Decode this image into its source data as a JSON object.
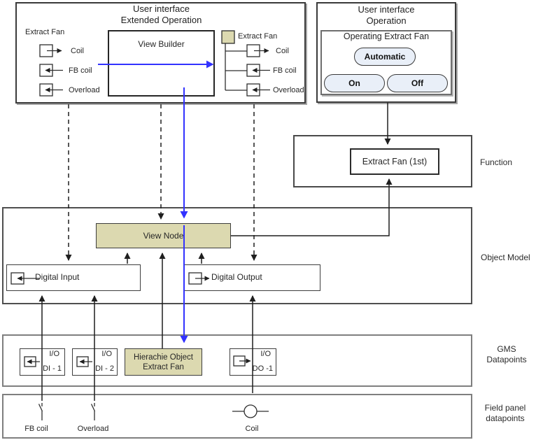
{
  "colors": {
    "accent_tan": "#dcd9b0",
    "button_fill": "#e9eff8",
    "flow_blue": "#3232ff"
  },
  "ui_extended": {
    "title_line1": "User interface",
    "title_line2": "Extended Operation",
    "left_group_label": "Extract Fan",
    "left_points": [
      "Coil",
      "FB coil",
      "Overload"
    ],
    "view_builder_label": "View Builder",
    "tree_root_label": "Extract Fan",
    "tree_points": [
      "Coil",
      "FB coil",
      "Overload"
    ]
  },
  "ui_operation": {
    "title_line1": "User interface",
    "title_line2": "Operation",
    "panel_label": "Operating Extract Fan",
    "automatic_button": "Automatic",
    "on_button": "On",
    "off_button": "Off"
  },
  "function_section": {
    "section_label": "Function",
    "extract_fan_box": "Extract Fan (1st)"
  },
  "object_model": {
    "section_label": "Object Model",
    "view_node": "View Node",
    "digital_input": "Digital Input",
    "digital_output": "Digital Output"
  },
  "gms": {
    "section_label_line1": "GMS",
    "section_label_line2": "Datapoints",
    "dp_di1_io": "I/O",
    "dp_di1_name": "DI - 1",
    "dp_di2_io": "I/O",
    "dp_di2_name": "DI - 2",
    "hierarchy_object_line1": "Hierachie Object",
    "hierarchy_object_line2": "Extract Fan",
    "dp_do1_io": "I/O",
    "dp_do1_name": "DO -1"
  },
  "field_panel": {
    "section_label_line1": "Field panel",
    "section_label_line2": "datapoints",
    "fb_coil_label": "FB coil",
    "overload_label": "Overload",
    "coil_label": "Coil"
  }
}
